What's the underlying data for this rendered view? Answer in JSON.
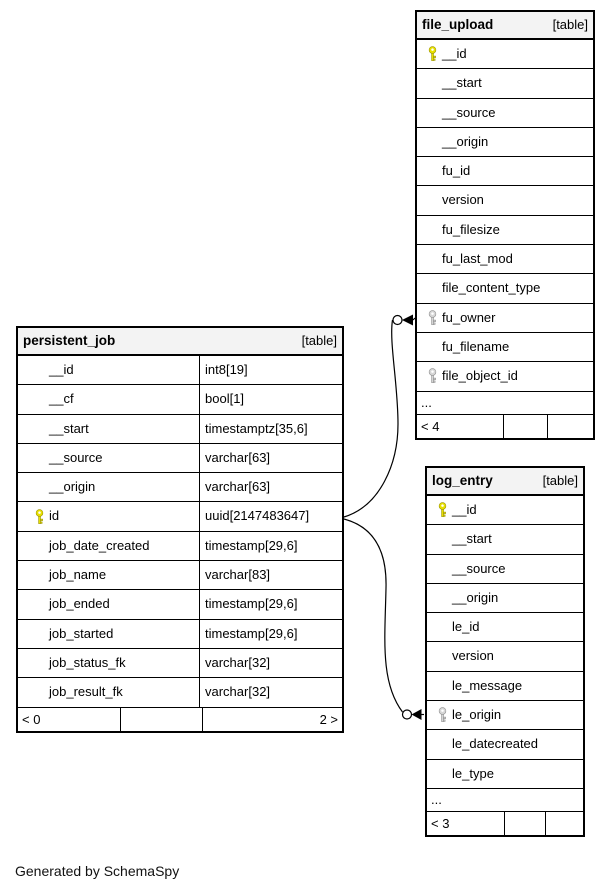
{
  "page": {
    "generated_by": "Generated by SchemaSpy"
  },
  "colors": {
    "header_bg": "#f3f3f3",
    "border": "#000000",
    "pk_key_fill": "#e8e000",
    "pk_key_stroke": "#9c9400",
    "fk_key_fill": "#d6d6d6",
    "fk_key_stroke": "#8f8f8f"
  },
  "tables": {
    "file_upload": {
      "name": "file_upload",
      "badge": "[table]",
      "columns": [
        {
          "name": "__id",
          "key": "pk"
        },
        {
          "name": "__start"
        },
        {
          "name": "__source"
        },
        {
          "name": "__origin"
        },
        {
          "name": "fu_id"
        },
        {
          "name": "version"
        },
        {
          "name": "fu_filesize"
        },
        {
          "name": "fu_last_mod"
        },
        {
          "name": "file_content_type"
        },
        {
          "name": "fu_owner",
          "key": "fk"
        },
        {
          "name": "fu_filename"
        },
        {
          "name": "file_object_id",
          "key": "fk"
        }
      ],
      "ellipsis": "...",
      "footer": {
        "left": "< 4",
        "mid": "",
        "right": ""
      }
    },
    "persistent_job": {
      "name": "persistent_job",
      "badge": "[table]",
      "columns": [
        {
          "name": "__id",
          "type": "int8[19]"
        },
        {
          "name": "__cf",
          "type": "bool[1]"
        },
        {
          "name": "__start",
          "type": "timestamptz[35,6]"
        },
        {
          "name": "__source",
          "type": "varchar[63]"
        },
        {
          "name": "__origin",
          "type": "varchar[63]"
        },
        {
          "name": "id",
          "type": "uuid[2147483647]",
          "key": "pk"
        },
        {
          "name": "job_date_created",
          "type": "timestamp[29,6]"
        },
        {
          "name": "job_name",
          "type": "varchar[83]"
        },
        {
          "name": "job_ended",
          "type": "timestamp[29,6]"
        },
        {
          "name": "job_started",
          "type": "timestamp[29,6]"
        },
        {
          "name": "job_status_fk",
          "type": "varchar[32]"
        },
        {
          "name": "job_result_fk",
          "type": "varchar[32]"
        }
      ],
      "footer": {
        "left": "< 0",
        "mid": "",
        "right": "2 >"
      }
    },
    "log_entry": {
      "name": "log_entry",
      "badge": "[table]",
      "columns": [
        {
          "name": "__id",
          "key": "pk"
        },
        {
          "name": "__start"
        },
        {
          "name": "__source"
        },
        {
          "name": "__origin"
        },
        {
          "name": "le_id"
        },
        {
          "name": "version"
        },
        {
          "name": "le_message"
        },
        {
          "name": "le_origin",
          "key": "fk"
        },
        {
          "name": "le_datecreated"
        },
        {
          "name": "le_type"
        }
      ],
      "ellipsis": "...",
      "footer": {
        "left": "< 3",
        "mid": "",
        "right": ""
      }
    }
  },
  "relationships": [
    {
      "from_table": "persistent_job",
      "from_column": "id",
      "to_table": "file_upload",
      "to_column": "fu_owner"
    },
    {
      "from_table": "persistent_job",
      "from_column": "id",
      "to_table": "log_entry",
      "to_column": "le_origin"
    }
  ]
}
